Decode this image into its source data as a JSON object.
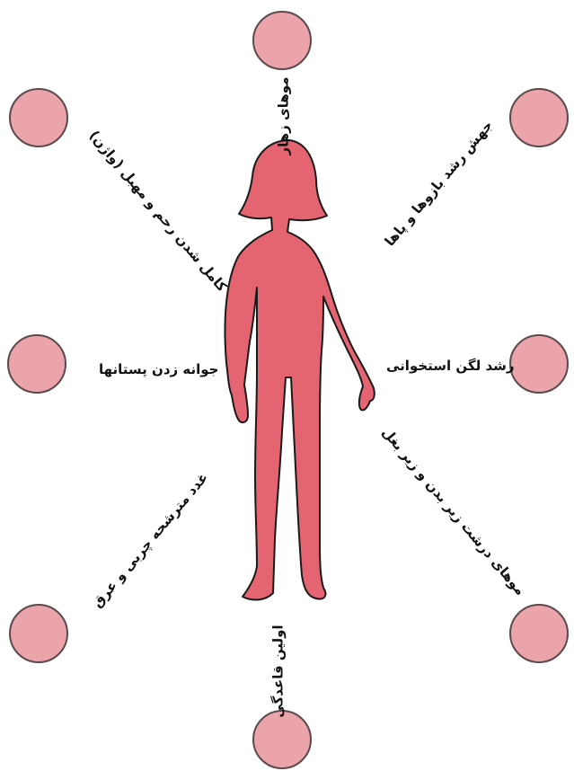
{
  "colors": {
    "circle_fill": "#eba4ab",
    "body_fill": "#e46571",
    "outline": "#1a1a1a"
  },
  "labels": {
    "pubic_hair": "موهای زهار",
    "arm_leg_growth": "جهش رشد بازوها و پاها",
    "uterus_vagina": "کامل شدن رحم و مهبل (واژن)",
    "breast_budding": "جوانه زدن پستانها",
    "pelvis_growth": "رشد لگن استخوانی",
    "glands": "غدد مترشحه چربی و عرق",
    "body_hair": "موهای درشت زیر بدن و زیر بغل",
    "menstruation": "اولین قاعدگی"
  }
}
